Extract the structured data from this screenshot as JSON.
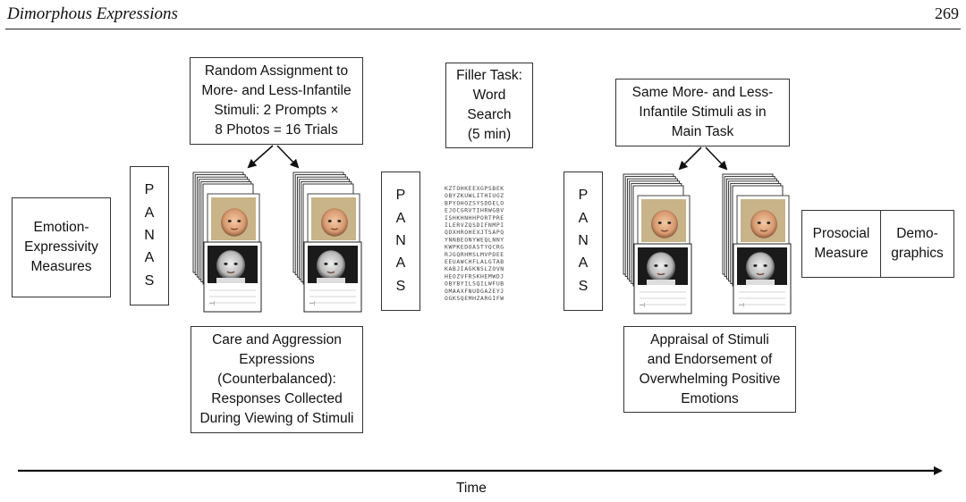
{
  "header": {
    "running_head": "Dimorphous Expressions",
    "page_number": "269"
  },
  "boxes": {
    "random_assignment": "Random Assignment to\nMore- and Less-Infantile\nStimuli: 2 Prompts ×\n8 Photos = 16 Trials",
    "filler_task": "Filler Task:\nWord\nSearch\n(5 min)",
    "same_stimuli": "Same More- and Less-\nInfantile Stimuli as in\nMain Task",
    "emotion_expressivity": "Emotion-\nExpressivity\nMeasures",
    "care_aggression": "Care and Aggression\nExpressions\n(Counterbalanced):\nResponses Collected\nDuring Viewing of Stimuli",
    "appraisal": "Appraisal of Stimuli\nand Endorsement of\nOverwhelming Positive\nEmotions",
    "prosocial": "Prosocial\nMeasure",
    "demographics": "Demo-\ngraphics"
  },
  "panas_letters": [
    "P",
    "A",
    "N",
    "A",
    "S"
  ],
  "timeline": {
    "label": "Time"
  }
}
